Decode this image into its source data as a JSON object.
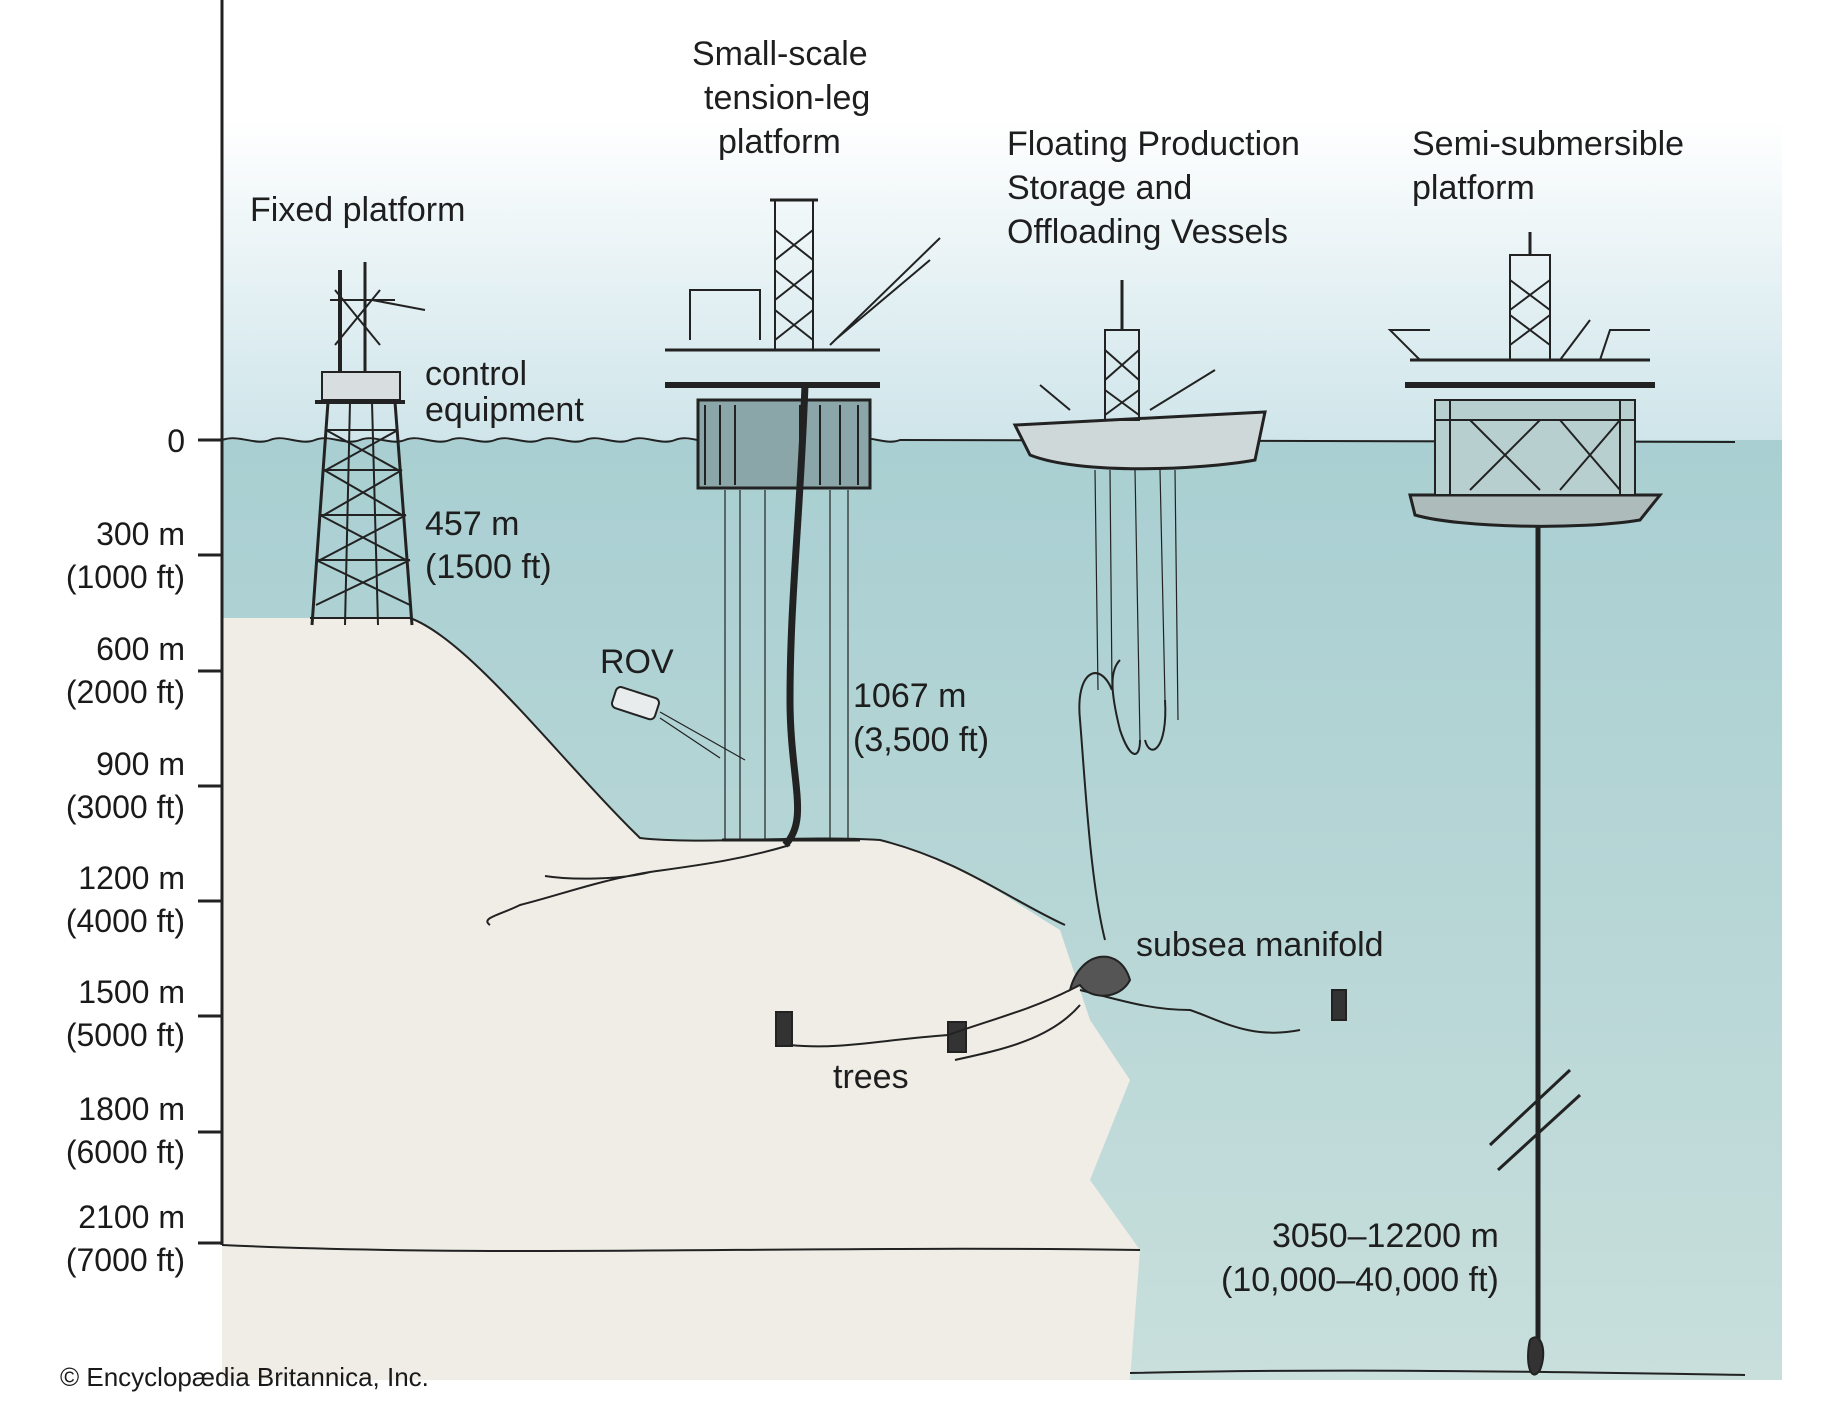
{
  "platforms": {
    "fixed": "Fixed platform",
    "tlp": [
      "Small-scale",
      "tension-leg",
      "platform"
    ],
    "fpso": [
      "Floating Production",
      "Storage and",
      "Offloading Vessels"
    ],
    "semi": [
      "Semi-submersible",
      "platform"
    ]
  },
  "annotations": {
    "control_equipment": [
      "control",
      "equipment"
    ],
    "fixed_depth": [
      "457 m",
      "(1500 ft)"
    ],
    "rov": "ROV",
    "tlp_depth": [
      "1067 m",
      "(3,500 ft)"
    ],
    "subsea_manifold": "subsea manifold",
    "trees": "trees",
    "semi_depth": [
      "3050–12200 m",
      "(10,000–40,000 ft)"
    ]
  },
  "depth_axis": {
    "ticks": [
      {
        "m": "0",
        "ft": ""
      },
      {
        "m": "300 m",
        "ft": "(1000 ft)"
      },
      {
        "m": "600 m",
        "ft": "(2000 ft)"
      },
      {
        "m": "900 m",
        "ft": "(3000 ft)"
      },
      {
        "m": "1200 m",
        "ft": "(4000 ft)"
      },
      {
        "m": "1500 m",
        "ft": "(5000 ft)"
      },
      {
        "m": "1800 m",
        "ft": "(6000 ft)"
      },
      {
        "m": "2100 m",
        "ft": "(7000 ft)"
      }
    ]
  },
  "credit": "© Encyclopædia Britannica, Inc.",
  "colors": {
    "sky": "#dcecf0",
    "water": "#9cc3c6",
    "seabed": "#efede6",
    "ink": "#222222"
  }
}
